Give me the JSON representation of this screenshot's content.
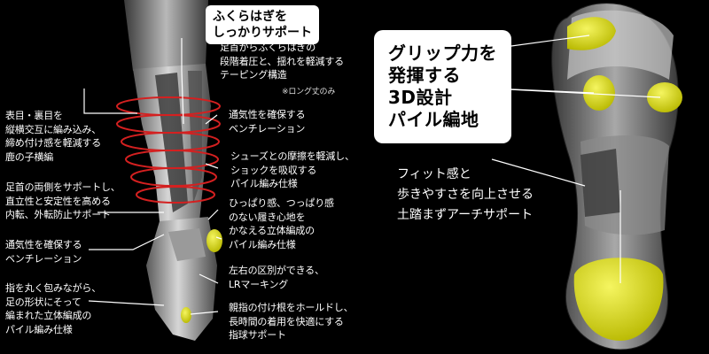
{
  "callouts": {
    "calf_support": {
      "title": "ふくらはぎを\nしっかりサポート",
      "body": "足首からふくらはぎの\n段階着圧と、揺れを軽減する\nテーピング構造",
      "note": "※ロング丈のみ"
    },
    "cross_knit": "表目・裏目を\n縦横交互に編み込み、\n締め付け感を軽減する\n鹿の子横編",
    "ventilation_upper": "通気性を確保する\nベンチレーション",
    "shock_absorb": "シューズとの摩擦を軽減し、\nショックを吸収する\nパイル編み仕様",
    "ankle_support": "足首の両側をサポートし、\n直立性と安定性を高める\n内転、外転防止サポート",
    "fit_3d": "ひっぱり感、つっぱり感\nのない履き心地を\nかなえる立体編成の\nパイル編み仕様",
    "ventilation_lower": "通気性を確保する\nベンチレーション",
    "lr_marking": "左右の区別ができる、\nLRマーキング",
    "toe_wrap": "指を丸く包みながら、\n足の形状にそって\n編まれた立体編成の\nパイル編み仕様",
    "toe_support": "親指の付け根をホールドし、\n長時間の着用を快適にする\n指球サポート",
    "grip_3d": "グリップ力を\n発揮する\n3D設計\nパイル編地",
    "arch_support": "フィット感と\n歩きやすさを向上させる\n土踏まずアーチサポート"
  },
  "colors": {
    "background": "#000000",
    "accent_yellow": "#e6e61a",
    "compression_red": "#d42020",
    "sock_gray": "#8a8a8a"
  }
}
